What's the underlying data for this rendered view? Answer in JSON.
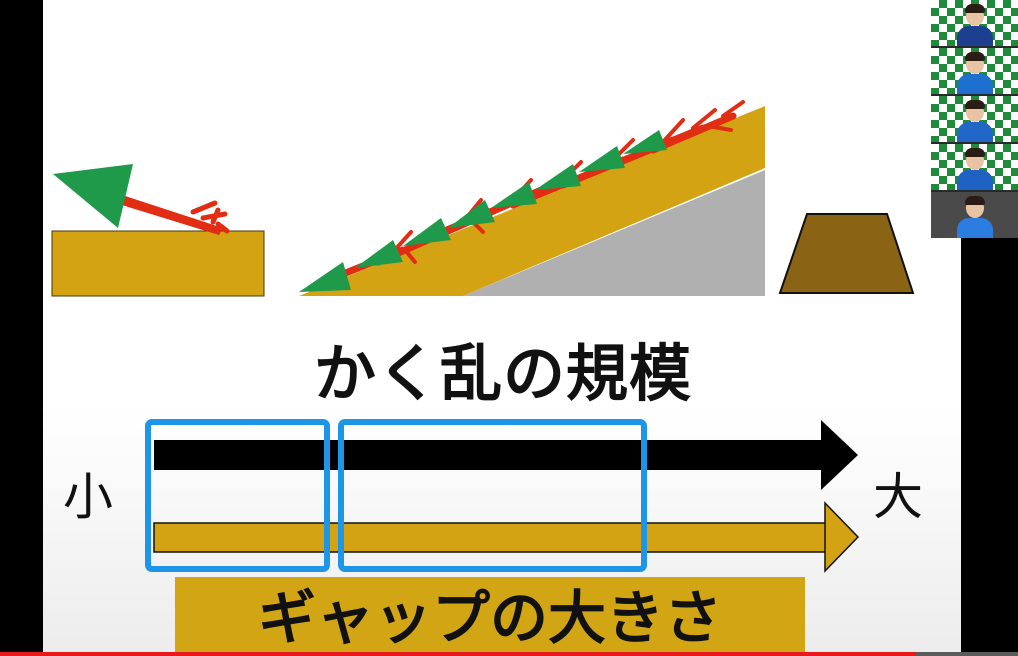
{
  "slide": {
    "title": "かく乱の規模",
    "scale_small": "小",
    "scale_large": "大",
    "gap_label": "ギャップの大きさ",
    "colors": {
      "background": "#ffffff",
      "soil": "#d4a313",
      "tree_crown": "#1f9a4b",
      "tree_trunk": "#e02d14",
      "slope_rock": "#b0b0b0",
      "mound": "#8b6314",
      "highlight_box": "#1e95e6",
      "arrow_black": "#000000",
      "arrow_gold": "#d4a313"
    }
  },
  "video": {
    "progress": 0.9,
    "progress_color": "#e8181d"
  },
  "participants": [
    {
      "shirt": "#1d3f8f",
      "hair": "#2b1d15"
    },
    {
      "shirt": "#1d6fd0",
      "hair": "#3a2a20"
    },
    {
      "shirt": "#2067c8",
      "hair": "#2b1d15"
    },
    {
      "shirt": "#1f62c4",
      "hair": "#1a1410"
    },
    {
      "shirt": "#2b7de0",
      "hair": "#2b1d15"
    }
  ]
}
